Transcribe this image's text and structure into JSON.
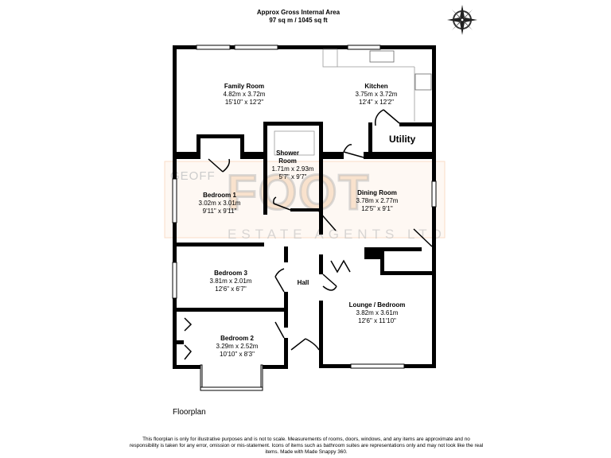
{
  "header": {
    "title_line1": "Approx Gross Internal Area",
    "title_line2": "97 sq m / 1045 sq ft"
  },
  "compass": {
    "labels": [
      "N",
      "E",
      "S",
      "W"
    ]
  },
  "watermark": {
    "line1": "GEOFF",
    "line2": "FOOT",
    "line3": "ESTATE AGENTS LTD",
    "accent_color": "#f5c8a0"
  },
  "rooms": [
    {
      "id": "family-room",
      "name": "Family Room",
      "metric": "4.82m x 3.72m",
      "imperial": "15'10\" x 12'2\""
    },
    {
      "id": "kitchen",
      "name": "Kitchen",
      "metric": "3.75m x 3.72m",
      "imperial": "12'4\" x 12'2\""
    },
    {
      "id": "utility",
      "name": "Utility"
    },
    {
      "id": "shower-room",
      "name": "Shower Room",
      "metric": "1.71m x 2.93m",
      "imperial": "5'7\" x 9'7\""
    },
    {
      "id": "bedroom-1",
      "name": "Bedroom 1",
      "metric": "3.02m x 3.01m",
      "imperial": "9'11\" x 9'11\""
    },
    {
      "id": "dining-room",
      "name": "Dining Room",
      "metric": "3.78m x 2.77m",
      "imperial": "12'5\" x 9'1\""
    },
    {
      "id": "bedroom-3",
      "name": "Bedroom 3",
      "metric": "3.81m x 2.01m",
      "imperial": "12'6\" x 6'7\""
    },
    {
      "id": "hall",
      "name": "Hall"
    },
    {
      "id": "lounge-bedroom",
      "name": "Lounge / Bedroom",
      "metric": "3.82m x 3.61m",
      "imperial": "12'6\" x 11'10\""
    },
    {
      "id": "bedroom-2",
      "name": "Bedroom 2",
      "metric": "3.29m x 2.52m",
      "imperial": "10'10\" x 8'3\""
    }
  ],
  "footer": {
    "caption": "Floorplan",
    "disclaimer": "This floorplan is only for illustrative purposes and is not to scale. Measurements of rooms, doors, windows, and any items are approximate and no responsibility is taken for any error, omission or mis-statement. Icons of items such as bathroom suites are representations only and may not look like the real items. Made with Made Snappy 360."
  }
}
